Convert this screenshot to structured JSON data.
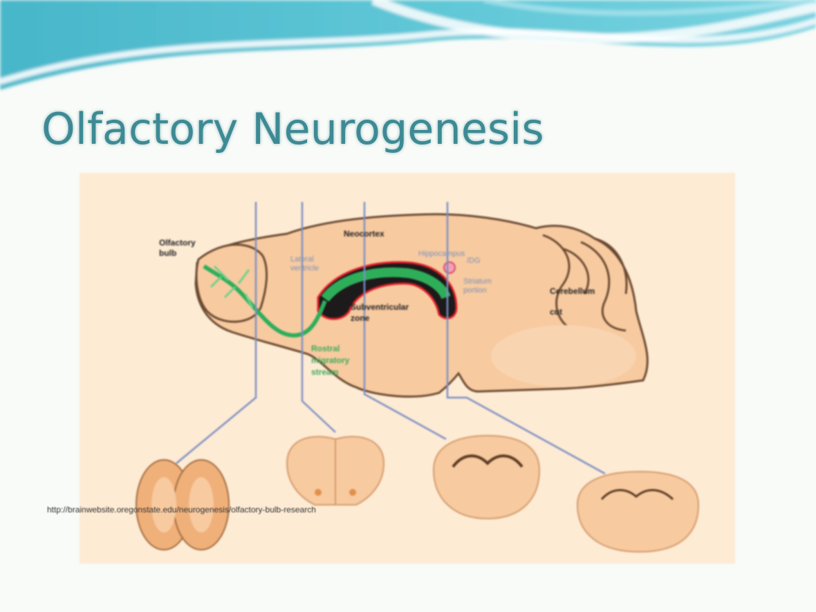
{
  "slide": {
    "title": "Olfactory Neurogenesis",
    "citation": "http://brainwebsite.oregonstate.edu/neurogenesis/olfactory-bulb-research"
  },
  "diagram": {
    "labels": {
      "olfactory_bulb_line1": "Olfactory",
      "olfactory_bulb_line2": "bulb",
      "neocortex": "Neocortex",
      "lateral_ventricle_line1": "Lateral",
      "lateral_ventricle_line2": "ventricle",
      "svz_line1": "Subventricular",
      "svz_line2": "zone",
      "striatum_line1": "Striatum",
      "striatum_line2": "portion",
      "hippocampus_line1": "Hippocampus",
      "hippocampus_line2": "/DG",
      "cerebellum": "Cerebellum",
      "rms_line1": "Rostral",
      "rms_line2": "migratory",
      "rms_line3": "stream",
      "cut_label": "cut"
    }
  },
  "colors": {
    "title": "#3d8a94",
    "figure_background": "#fdebd4",
    "tissue": "#f7caa0",
    "tissue_outline": "#6b4a32",
    "stream": "#2fae5a",
    "ventricle": "#1c1a1a",
    "ventricle_edge": "#e0202a",
    "section_lines": "#7d8fc4"
  }
}
